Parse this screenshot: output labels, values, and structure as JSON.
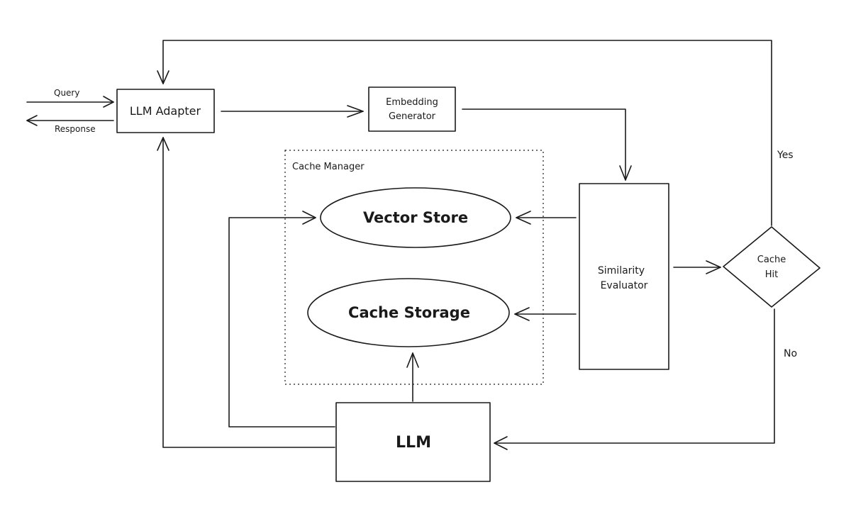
{
  "nodes": {
    "llm_adapter": "LLM Adapter",
    "embedding_generator": [
      "Embedding",
      "Generator"
    ],
    "cache_manager": "Cache Manager",
    "vector_store": "Vector Store",
    "cache_storage": "Cache Storage",
    "similarity_evaluator": [
      "Similarity",
      "Evaluator"
    ],
    "cache_hit": [
      "Cache",
      "Hit"
    ],
    "llm": "LLM"
  },
  "edges": {
    "query": "Query",
    "response": "Response",
    "yes": "Yes",
    "no": "No"
  }
}
